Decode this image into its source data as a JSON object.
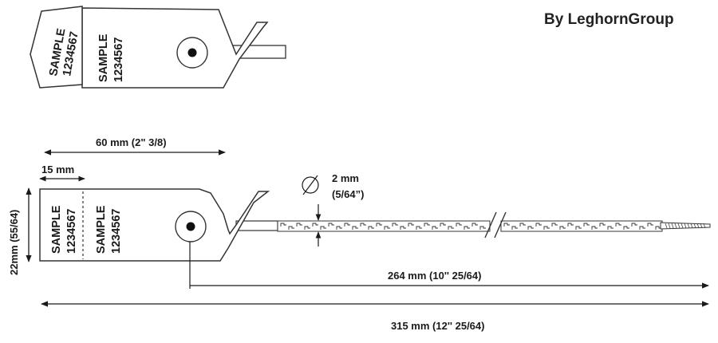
{
  "brand": "By LeghornGroup",
  "tags": {
    "top": {
      "flap_line1": "SAMPLE",
      "flap_line2": "1234567",
      "body_line1": "SAMPLE",
      "body_line2": "1234567"
    },
    "bottom": {
      "flap_line1": "SAMPLE",
      "flap_line2": "1234567",
      "body_line1": "SAMPLE",
      "body_line2": "1234567"
    }
  },
  "dimensions": {
    "head_length": "60 mm (2\" 3/8)",
    "flap_length": "15 mm",
    "height": "22mm (55/64)",
    "strap_diameter_mm": "2 mm",
    "strap_diameter_in": "(5/64”)",
    "strap_length": "264 mm (10'' 25/64)",
    "total_length": "315 mm (12'' 25/64)"
  }
}
